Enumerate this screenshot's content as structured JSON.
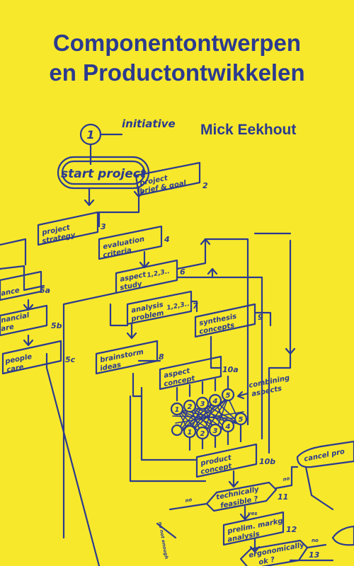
{
  "book": {
    "title_line1": "Componentontwerpen",
    "title_line2": "en Productontwikkelen",
    "author": "Mick Eekhout"
  },
  "colors": {
    "background": "#f7e82c",
    "ink": "#2b3a8f"
  },
  "diagram": {
    "initiative_number": "1",
    "initiative_label": "initiative",
    "start": "start project",
    "brief_l1": "project",
    "brief_l2": "brief & goal",
    "brief_num": "2",
    "strategy_l1": "project",
    "strategy_l2": "strategy",
    "strategy_num": "3",
    "eval_l1": "evaluation",
    "eval_l2": "criteria",
    "eval_num": "4",
    "aspect_l1": "aspect",
    "aspect_l2": "study",
    "aspect_idx": "1,2,3..",
    "aspect_num": "6",
    "analysis_l1": "analysis",
    "analysis_l2": "problem",
    "analysis_idx": "1,2,3..",
    "analysis_num": "7",
    "synth_l1": "synthesis",
    "synth_l2": "concepts",
    "synth_num": "9",
    "brain_l1": "brainstorm",
    "brain_l2": "ideas",
    "brain_num": "8",
    "aconcept_l1": "aspect",
    "aconcept_l2": "concept",
    "aconcept_num": "10a",
    "combining_l1": "combining",
    "combining_l2": "aspects",
    "pconcept_l1": "product",
    "pconcept_l2": "concept",
    "pconcept_num": "10b",
    "tech_l1": "technically",
    "tech_l2": "feasible ?",
    "tech_num": "11",
    "prelim_l1": "prelim. markg",
    "prelim_l2": "analysis",
    "prelim_num": "12",
    "ergo_l1": "ergonomically",
    "ergo_l2": "ok ?",
    "ergo_num": "13",
    "cancel": "cancel pro",
    "no": "no",
    "yes": "yes",
    "left5a_l": "ance",
    "left5a_n": "5a",
    "left5b_l1": "nancial",
    "left5b_l2": "are",
    "left5b_n": "5b",
    "left5c_l1": "people",
    "left5c_l2": "care",
    "left5c_n": "5c",
    "not_enough": "no not enough",
    "nodes_top": [
      "1",
      "2",
      "3",
      "4",
      "5"
    ],
    "nodes_bottom": [
      "1",
      "2",
      "3",
      "4",
      "5"
    ]
  }
}
